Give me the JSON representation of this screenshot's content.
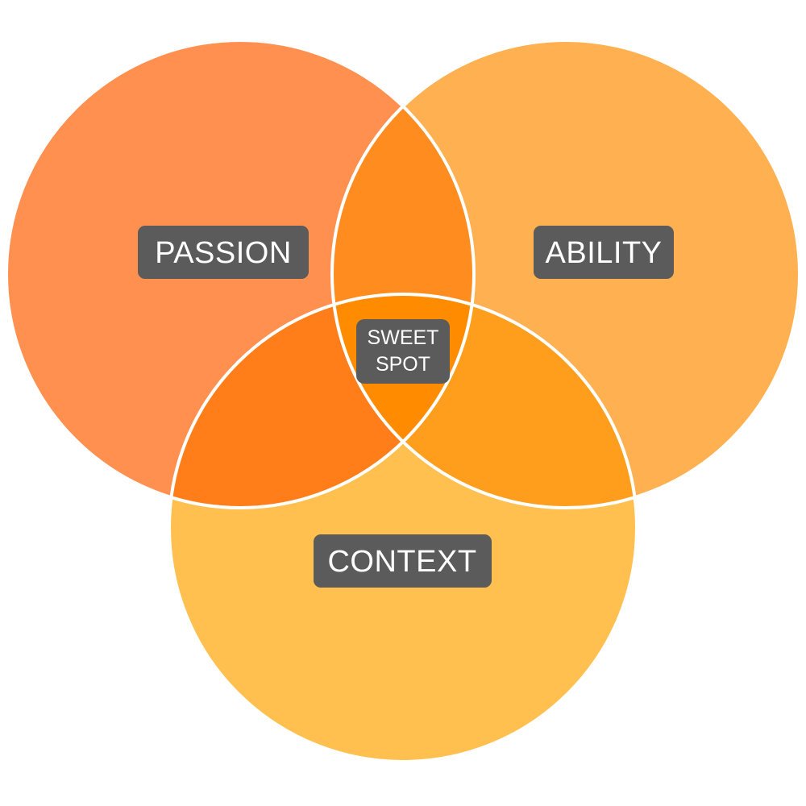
{
  "diagram": {
    "type": "venn",
    "sets": [
      {
        "id": "passion",
        "label": "PASSION"
      },
      {
        "id": "ability",
        "label": "ABILITY"
      },
      {
        "id": "context",
        "label": "CONTEXT"
      }
    ],
    "center": {
      "label_line1": "SWEET",
      "label_line2": "SPOT"
    }
  },
  "colors": {
    "passion": "#ff9050",
    "ability": "#ffb050",
    "context": "#ffc050",
    "passion_ability": "#ff8c1f",
    "passion_context": "#ff7e1a",
    "ability_context": "#ff9e1d",
    "center": "#ff8c00",
    "outline": "#ffffff",
    "label_bg": "#5b5b5b",
    "label_text": "#ffffff"
  }
}
